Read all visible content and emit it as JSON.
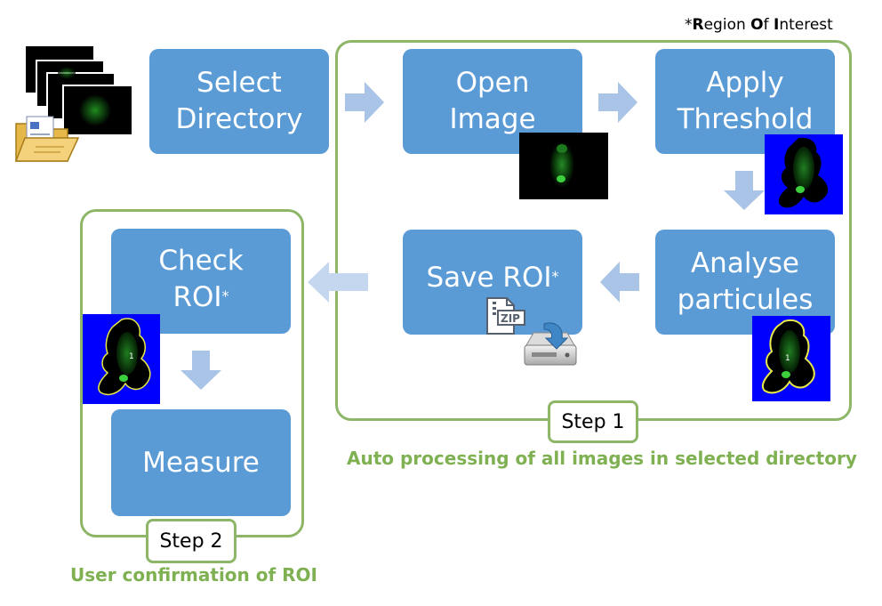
{
  "footnote": {
    "asterisk": "*",
    "words": [
      "Region",
      "Of",
      "Interest"
    ],
    "initials": [
      "R",
      "O",
      "I"
    ],
    "rests": [
      "egion ",
      "f ",
      "nterest"
    ]
  },
  "boxes": {
    "select_directory": [
      "Select",
      "Directory"
    ],
    "open_image": [
      "Open",
      "Image"
    ],
    "apply_threshold": [
      "Apply",
      "Threshold"
    ],
    "analyse_particules": [
      "Analyse",
      "particules"
    ],
    "save_roi": {
      "text": "Save ROI",
      "mark": "*"
    },
    "check_roi": {
      "line1": "Check",
      "line2": "ROI",
      "mark": "*"
    },
    "measure": "Measure"
  },
  "steps": {
    "step1": {
      "label": "Step 1",
      "caption": "Auto processing of all images in selected directory"
    },
    "step2": {
      "label": "Step 2",
      "caption": "User confirmation of ROI"
    }
  },
  "icons": {
    "zip_label": "ZIP",
    "roi_number": "1",
    "names": [
      "image-stack-icon",
      "folder-icon",
      "zip-file-icon",
      "hard-drive-icon",
      "arrow-right-icon",
      "arrow-down-icon",
      "arrow-left-icon"
    ]
  },
  "colors": {
    "box_fill": "#5B9BD5",
    "group_border": "#8DB668",
    "caption_text": "#7FB152",
    "arrow_fill": "#A9C4E6",
    "threshold_bg": "#0000FF"
  }
}
